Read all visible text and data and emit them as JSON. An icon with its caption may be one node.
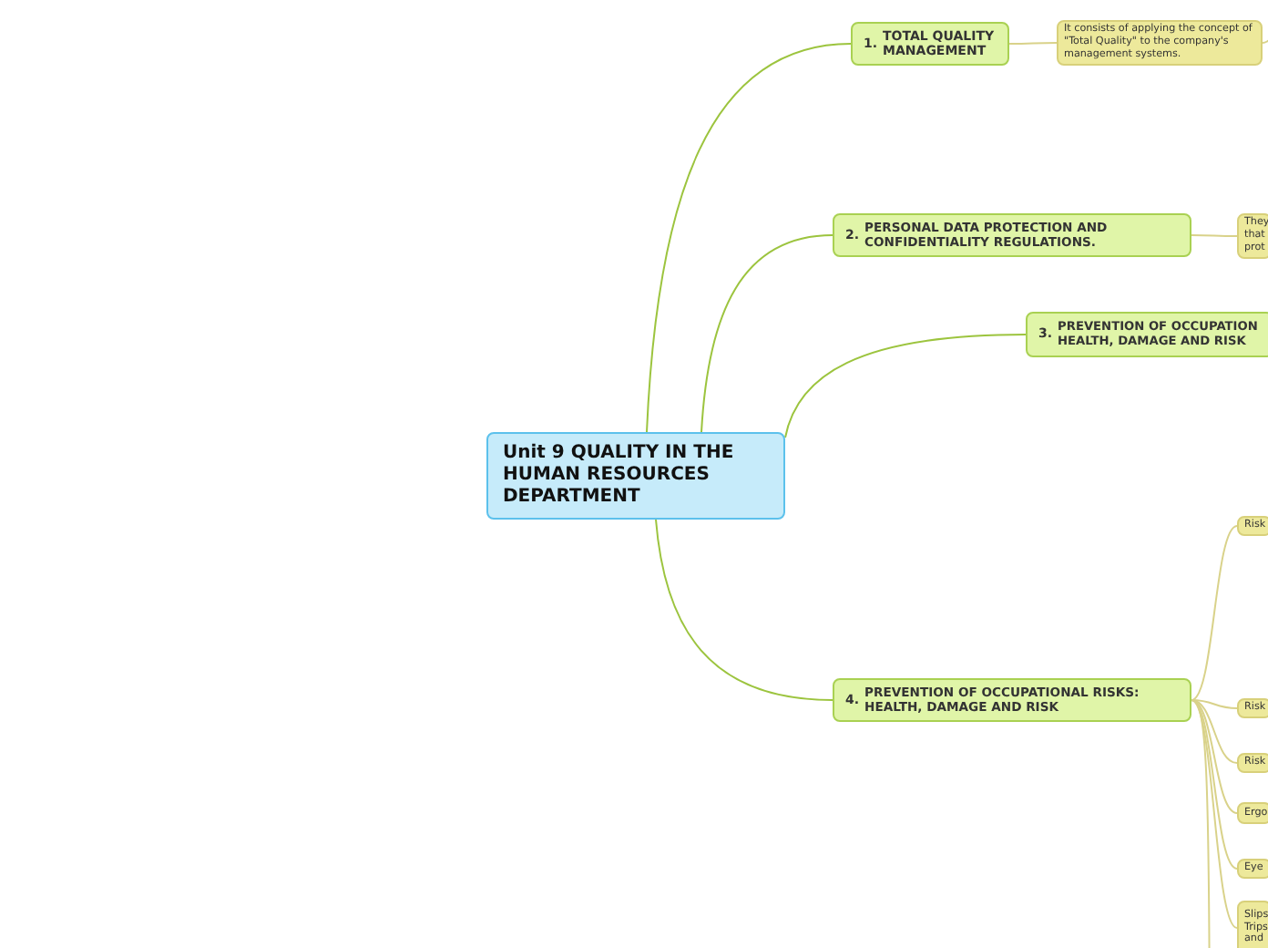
{
  "diagram": {
    "nodes": [
      {
        "text": [
          "Unit 9 QUALITY IN THE HUMAN RESOURCES DEPARTMENT"
        ]
      },
      {
        "text": [
          "1.",
          "TOTAL QUALITY MANAGEMENT"
        ]
      },
      {
        "text": [
          "It consists of applying the concept of \"Total Quality\" to the company's management systems."
        ]
      },
      {
        "text": [
          "2.",
          "PERSONAL DATA PROTECTION AND CONFIDENTIALITY REGULATIONS."
        ]
      },
      {
        "text": [
          "They that prot"
        ]
      },
      {
        "text": [
          "3.",
          "PREVENTION OF OCCUPATION HEALTH, DAMAGE AND RISK"
        ]
      },
      {
        "text": [
          "4.",
          "PREVENTION OF OCCUPATIONAL RISKS: HEALTH, DAMAGE AND RISK"
        ]
      },
      {
        "text": [
          "Risk"
        ]
      },
      {
        "text": [
          "Risk"
        ]
      },
      {
        "text": [
          "Risk"
        ]
      },
      {
        "text": [
          "Ergo"
        ]
      },
      {
        "text": [
          "Eye"
        ]
      },
      {
        "text": [
          "Slips Trips and"
        ]
      }
    ],
    "edges": [
      {
        "from": 0,
        "to": 1,
        "arrow": "none",
        "color": "#9cc43e"
      },
      {
        "from": 0,
        "to": 3,
        "arrow": "none",
        "color": "#9cc43e"
      },
      {
        "from": 0,
        "to": 5,
        "arrow": "none",
        "color": "#9cc43e"
      },
      {
        "from": 0,
        "to": 6,
        "arrow": "none",
        "color": "#9cc43e"
      },
      {
        "from": 1,
        "to": 2,
        "arrow": "none"
      },
      {
        "from": 2,
        "to": null,
        "arrow": "none"
      },
      {
        "from": 3,
        "to": 4,
        "arrow": "none"
      },
      {
        "from": 6,
        "to": 7,
        "arrow": "none"
      },
      {
        "from": 6,
        "to": 8,
        "arrow": "none"
      },
      {
        "from": 6,
        "to": 9,
        "arrow": "none"
      },
      {
        "from": 6,
        "to": 10,
        "arrow": "none"
      },
      {
        "from": 6,
        "to": 11,
        "arrow": "none"
      },
      {
        "from": 6,
        "to": 12,
        "arrow": "none"
      },
      {
        "from": 6,
        "to": null,
        "arrow": "none"
      }
    ]
  }
}
